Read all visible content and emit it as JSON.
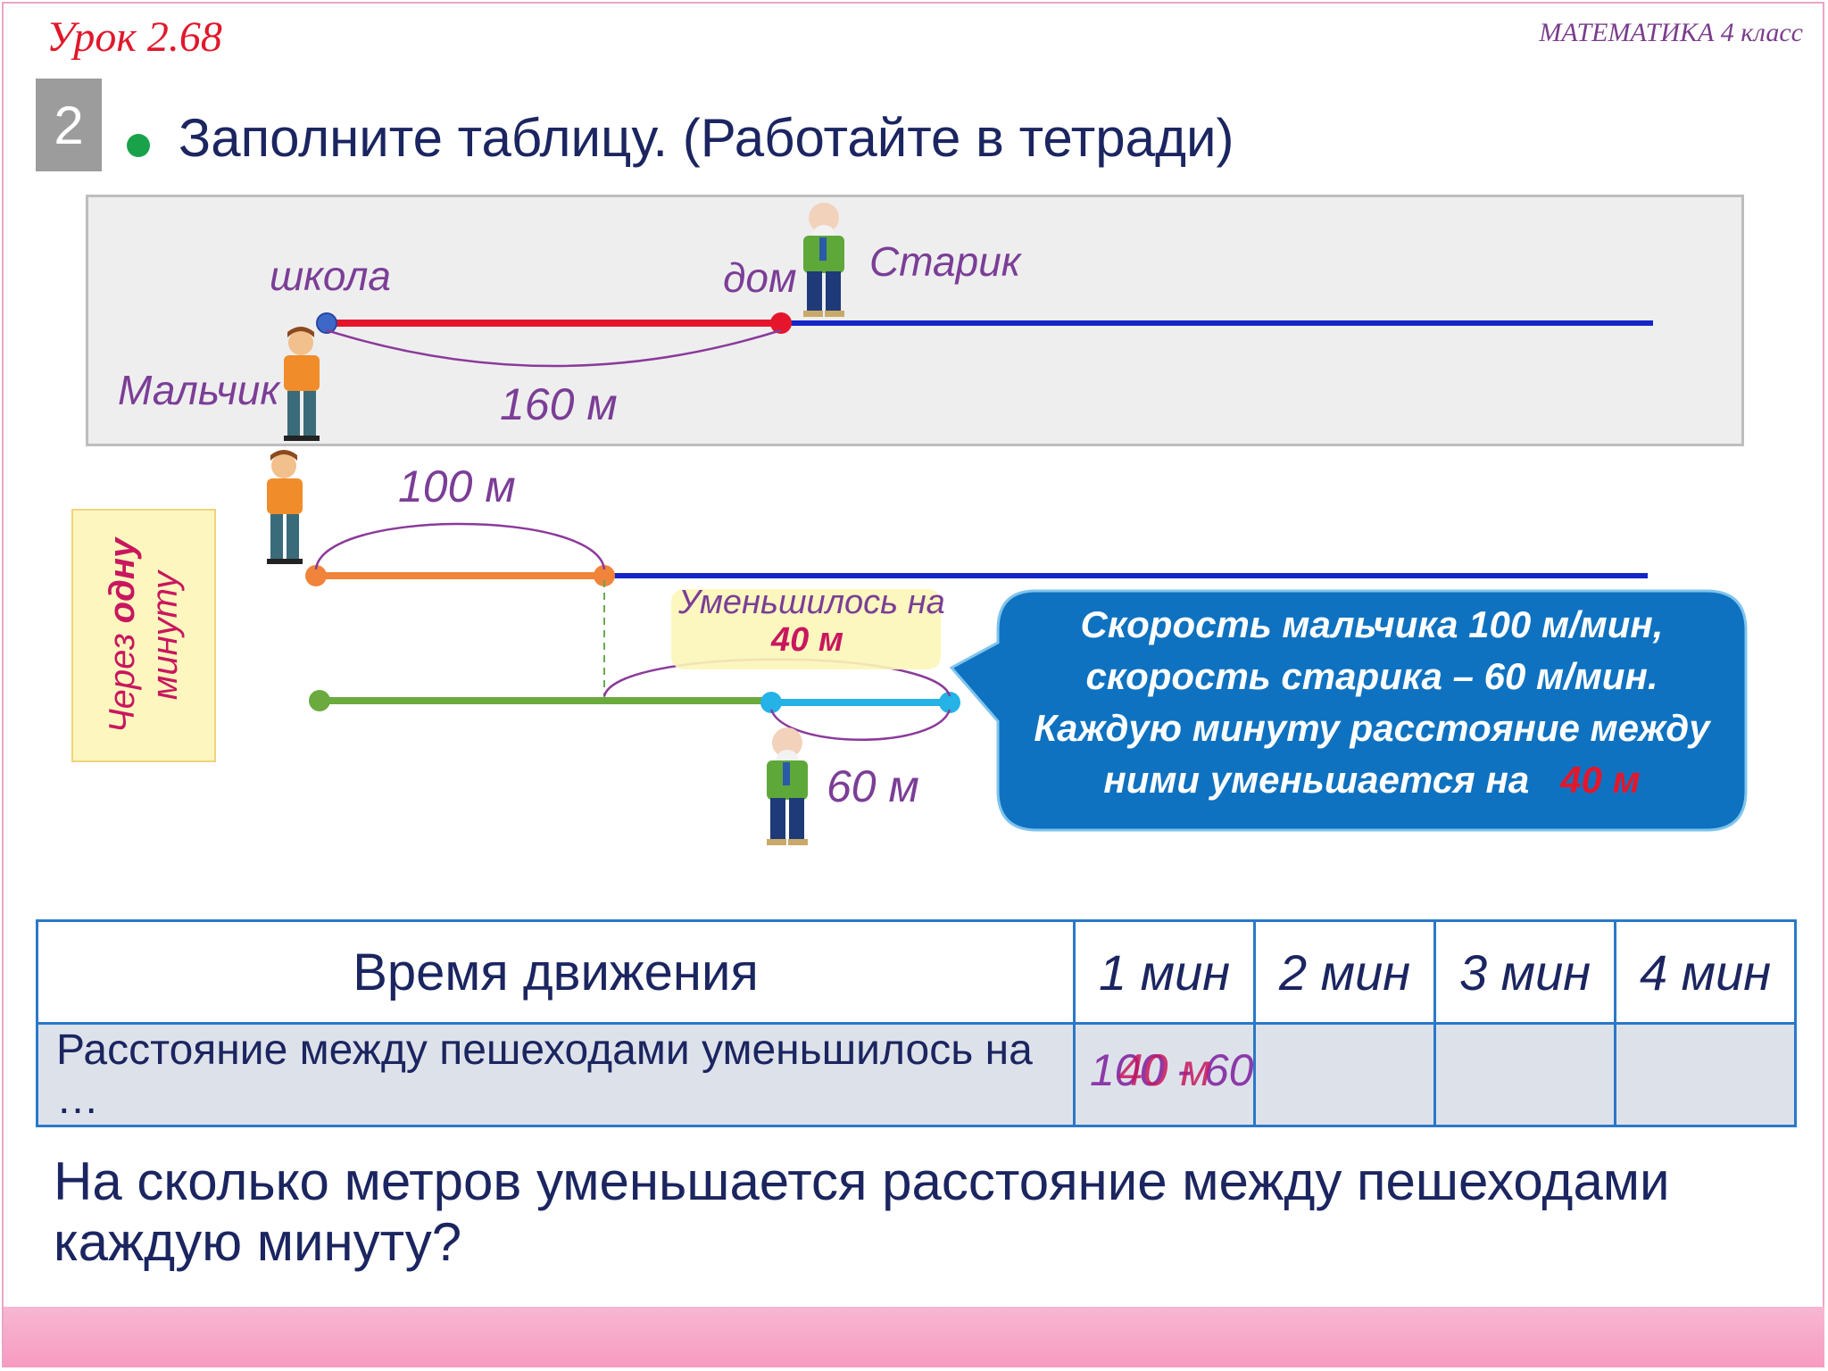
{
  "header": {
    "lesson": "Урок 2.68",
    "subject": "МАТЕМАТИКА  4 класс"
  },
  "task": {
    "number": "2",
    "text": "Заполните таблицу. (Работайте в тетради)"
  },
  "scene_top": {
    "school": "школа",
    "home": "дом",
    "old_man": "Старик",
    "boy": "Мальчик",
    "distance": "160 м"
  },
  "scene_bottom": {
    "boy_distance": "100 м",
    "decreased_label": "Уменьшилось на",
    "decreased_value": "40 м",
    "old_man_distance": "60 м",
    "stamp_prefix": "Через ",
    "stamp_bold": "одну",
    "stamp_suffix": "минуту"
  },
  "callout": {
    "line1": "Скорость мальчика  100 м/мин,",
    "line2": "скорость старика  –  60 м/мин.",
    "line3": "Каждую минуту расстояние между",
    "line4": "ними уменьшается  на",
    "highlight": "40 м"
  },
  "table": {
    "header_label": "Время движения",
    "columns": [
      "1 мин",
      "2 мин",
      "3 мин",
      "4 мин"
    ],
    "row_label": "Расстояние между пешеходами уменьшилось на …",
    "cell_formula": "100 - 60",
    "cell_answer": "40 м"
  },
  "question": "На сколько метров уменьшается расстояние между пешеходами каждую минуту?",
  "colors": {
    "title": "#1b2560",
    "accent": "#e0182b",
    "callout": "#0f72c0",
    "label": "#7b3e96"
  }
}
